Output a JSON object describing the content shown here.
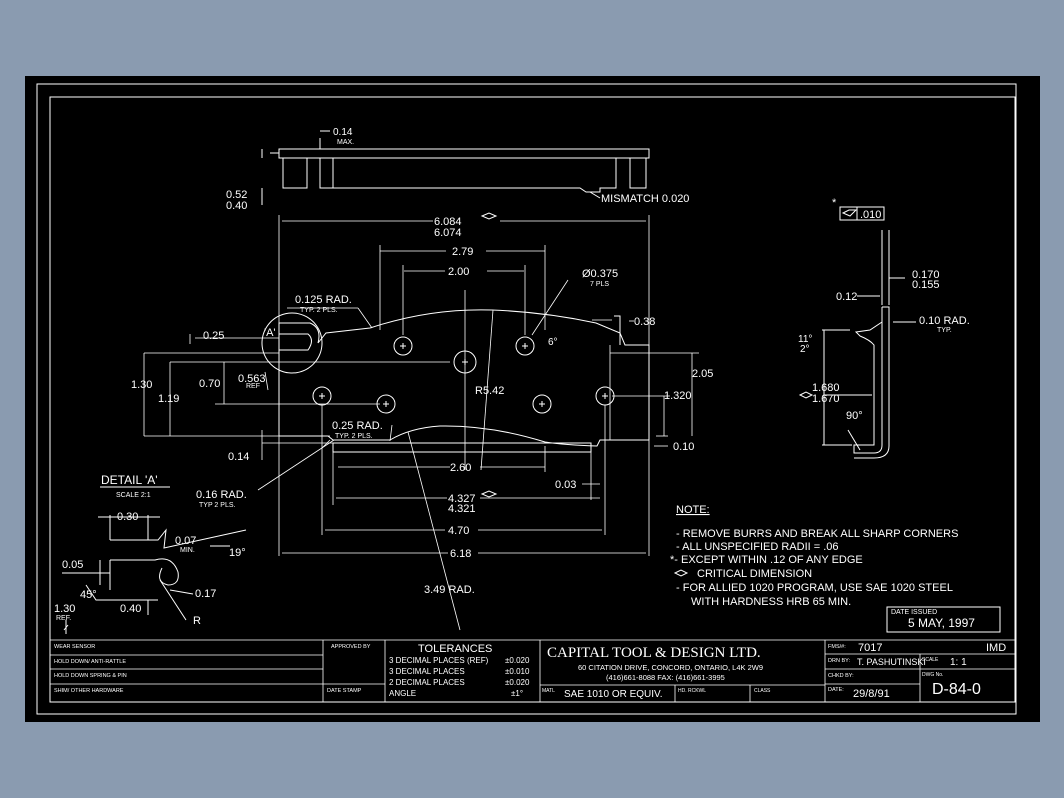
{
  "top_view": {
    "dim_thickness": "0.14",
    "dim_thickness_note": "MAX.",
    "dim_height_max": "0.52",
    "dim_height_min": "0.40",
    "mismatch": "MISMATCH 0.020"
  },
  "plan_view": {
    "overall_width_max": "6.084",
    "overall_width_min": "6.074",
    "hole_spacing_a": "2.79",
    "hole_spacing_b": "2.00",
    "hole_dia": "Ø0.375",
    "hole_count": "7 PLS",
    "corner_rad": "0.125 RAD.",
    "corner_rad_note": "TYP. 2 PLS.",
    "detail_ref": "'A'",
    "dim_0_25": "0.25",
    "dim_0_563": "0.563",
    "dim_0_563_note": "REF",
    "dim_1_30": "1.30",
    "dim_0_70": "0.70",
    "dim_1_19": "1.19",
    "dim_0_38": "0.38",
    "angle_6": "6°",
    "radius_main": "R5.42",
    "dim_2_05": "2.05",
    "dim_1_320": "1.320",
    "rad_0_25": "0.25 RAD.",
    "rad_0_25_note": "TYP. 2 PLS.",
    "dim_0_14": "0.14",
    "dim_0_10": "0.10",
    "dim_2_60": "2.60",
    "dim_0_03": "0.03",
    "rad_0_16": "0.16 RAD.",
    "rad_0_16_note": "TYP 2 PLS.",
    "dim_4_327": "4.327",
    "dim_4_321": "4.321",
    "dim_4_70": "4.70",
    "dim_6_18": "6.18",
    "rad_3_49": "3.49 RAD."
  },
  "side_view": {
    "flatness": ".010",
    "star": "*",
    "dim_0_170": "0.170",
    "dim_0_155": "0.155",
    "dim_0_12": "0.12",
    "rad_0_10": "0.10 RAD.",
    "rad_0_10_note": "TYP.",
    "angle_11": "11°",
    "angle_2": "2°",
    "dim_1_680": "1.680",
    "dim_1_670": "1.670",
    "angle_90": "90°"
  },
  "detail_a": {
    "title": "DETAIL 'A'",
    "scale": "SCALE 2:1",
    "dim_0_30": "0.30",
    "dim_0_07": "0.07",
    "dim_0_07_note": "MIN.",
    "angle_19": "19°",
    "dim_0_05": "0.05",
    "angle_45": "45°",
    "dim_0_17": "0.17",
    "dim_1_30": "1.30",
    "dim_1_30_note": "REF.",
    "dim_0_40": "0.40",
    "r_label": "R"
  },
  "notes": {
    "heading": "NOTE:",
    "lines": [
      "- REMOVE BURRS AND BREAK ALL SHARP CORNERS",
      "- ALL UNSPECIFIED RADII = .06",
      "*- EXCEPT WITHIN .12 OF ANY EDGE",
      "CRITICAL DIMENSION",
      "- FOR ALLIED 1020 PROGRAM, USE SAE 1020 STEEL",
      "WITH HARDNESS HRB 65 MIN."
    ],
    "date_issued_label": "DATE ISSUED",
    "date_issued": "5 MAY, 1997"
  },
  "title_block": {
    "rows": [
      "WEAR SENSOR",
      "HOLD DOWN/ ANTI-RATTLE",
      "HOLD DOWN SPRING & PIN",
      "SHIM/ OTHER HARDWARE"
    ],
    "approved_by": "APPROVED BY",
    "date_stamp": "DATE STAMP",
    "tolerances_title": "TOLERANCES",
    "tolerances": [
      {
        "label": "3 DECIMAL PLACES (REF)",
        "value": "±0.020"
      },
      {
        "label": "3 DECIMAL PLACES",
        "value": "±0.010"
      },
      {
        "label": "2 DECIMAL PLACES",
        "value": "±0.020"
      },
      {
        "label": "ANGLE",
        "value": "±1°"
      }
    ],
    "company": "CAPITAL TOOL & DESIGN LTD.",
    "address": "60 CITATION DRIVE, CONCORD, ONTARIO, L4K 2W9",
    "phone": "(416)661-8088   FAX: (416)661-3995",
    "matl_label": "MATL",
    "material": "SAE 1010 OR EQUIV.",
    "hardness_label": "HD. RCKWL",
    "class_label": "CLASS",
    "fms_label": "FMS/#:",
    "fms_value": "7017",
    "imd": "IMD",
    "drn_label": "DRN BY:",
    "drn_value": "T. PASHUTINSKI",
    "scale_label": "SCALE",
    "scale_value": "1: 1",
    "chkd_label": "CHKD BY:",
    "dwg_label": "DWG No.",
    "dwg_value": "D-84-0",
    "date_label": "DATE:",
    "date_value": "29/8/91"
  }
}
